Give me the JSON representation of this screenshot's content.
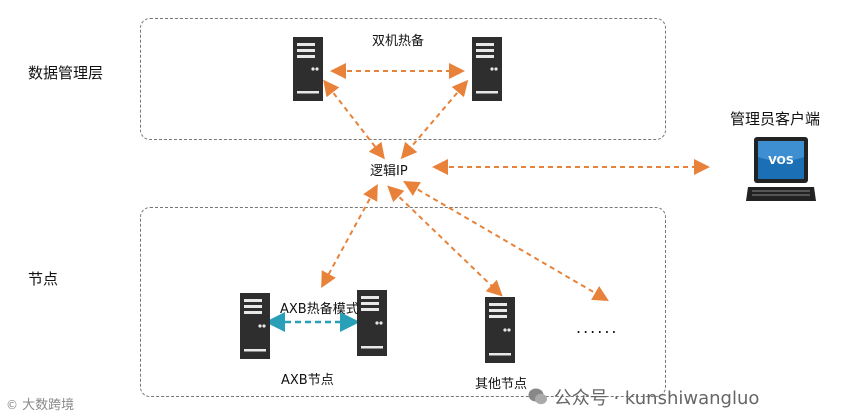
{
  "labels": {
    "data_layer": "数据管理层",
    "hot_standby": "双机热备",
    "logical_ip": "逻辑IP",
    "admin_client": "管理员客户端",
    "nodes": "节点",
    "axb_mode": "AXB热备模式",
    "axb_node": "AXB节点",
    "other_node": "其他节点",
    "ellipsis": "......"
  },
  "laptop_screen_text": "VOS",
  "watermark": {
    "right": "公众号 · kunshiwangluo",
    "left": "大数跨境"
  },
  "colors": {
    "orange_arrow": "#e8823a",
    "teal_arrow": "#2aa0b8",
    "server_dark": "#2e2e2e",
    "laptop_blue": "#1b6fb5"
  },
  "icons": [
    "server-icon",
    "laptop-icon",
    "wechat-icon"
  ]
}
